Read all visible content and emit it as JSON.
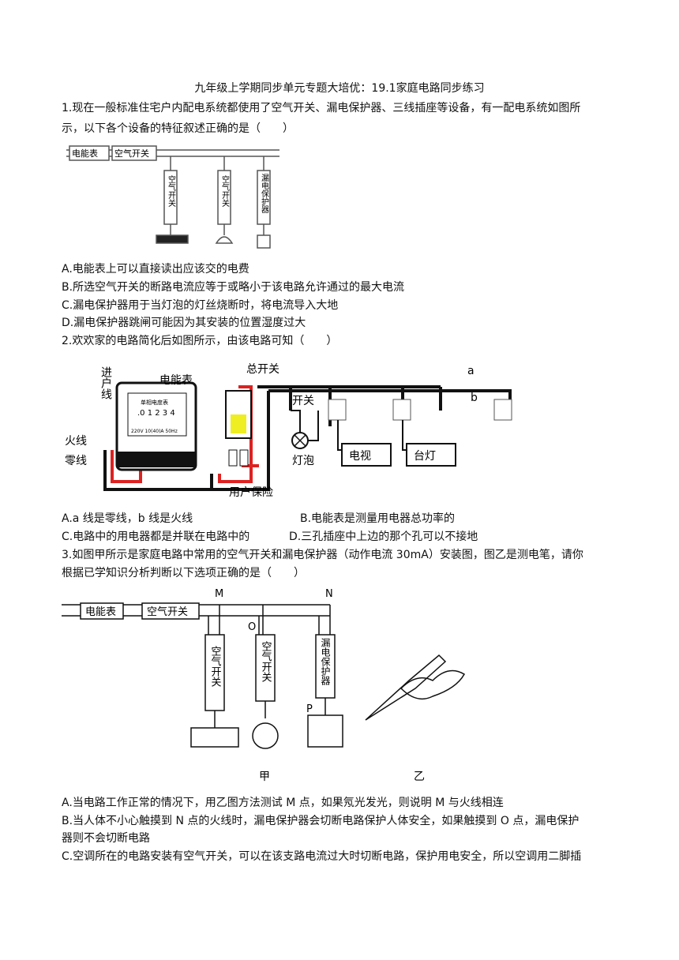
{
  "title": "九年级上学期同步单元专题大培优：19.1家庭电路同步练习",
  "q1": {
    "stem_line1": "1.现在一般标准住宅户内配电系统都使用了空气开关、漏电保护器、三线插座等设备，有一配电系统如图所",
    "stem_line2": "示，以下各个设备的特征叙述正确的是（　　）",
    "figure": {
      "meter": "电能表",
      "main_switch": "空气开关",
      "air_switch": "空气开关",
      "leak": "漏电保护器"
    },
    "options": [
      "A.电能表上可以直接读出应该交的电费",
      "B.所选空气开关的断路电流应等于或略小于该电路允许通过的最大电流",
      "C.漏电保护器用于当灯泡的灯丝烧断时，将电流导入大地",
      "D.漏电保护器跳闸可能因为其安装的位置湿度过大"
    ]
  },
  "q2": {
    "stem": "2.欢欢家的电路简化后如图所示，由该电路可知（　　）",
    "figure": {
      "incoming": "进户线",
      "live": "火线",
      "neutral": "零线",
      "meter": "电能表",
      "main_switch": "总开关",
      "switch": "开关",
      "bulb": "灯泡",
      "tv": "电视",
      "lamp": "台灯",
      "fuse": "用户保险",
      "a": "a",
      "b": "b",
      "meter_face": "单相电度表",
      "meter_digits": ".0 1 2 3 4",
      "meter_spec": "220V  10(40)A  50Hz"
    },
    "options": [
      "A.a 线是零线，b 线是火线",
      "B.电能表是测量用电器总功率的",
      "C.电路中的用电器都是并联在电路中的",
      "D.三孔插座中上边的那个孔可以不接地"
    ]
  },
  "q3": {
    "stem_line1": "3.如图甲所示是家庭电路中常用的空气开关和漏电保护器（动作电流 30mA）安装图，图乙是测电笔，请你",
    "stem_line2": "根据已学知识分析判断以下选项正确的是（　　）",
    "figure": {
      "meter": "电能表",
      "main_switch": "空气开关",
      "air_switch": "空气开关",
      "leak": "漏电保护器",
      "M": "M",
      "N": "N",
      "O": "O",
      "P": "P",
      "jia": "甲",
      "yi": "乙"
    },
    "options": [
      "A.当电路工作正常的情况下，用乙图方法测试 M 点，如果氖光发光，则说明 M 与火线相连",
      "B.当人体不小心触摸到 N 点的火线时，漏电保护器会切断电路保护人体安全，如果触摸到 O 点，漏电保护",
      "器则不会切断电路",
      "C.空调所在的电路安装有空气开关，可以在该支路电流过大时切断电路，保护用电安全，所以空调用二脚插"
    ]
  }
}
